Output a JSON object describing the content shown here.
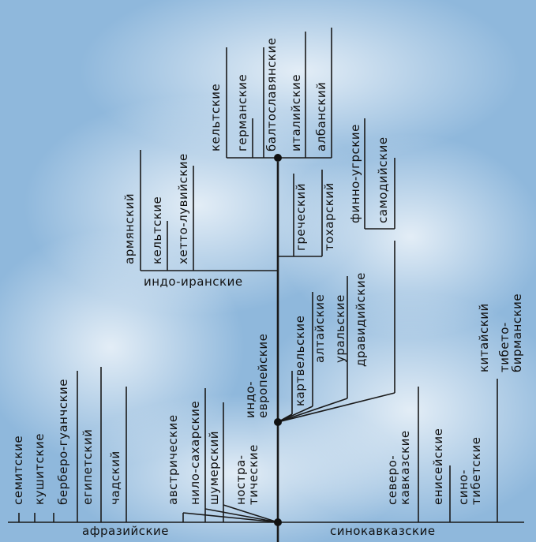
{
  "background_color": "#8fb8dc",
  "line_color": "#1a1a1a",
  "labels": {
    "semitskie": "семитские",
    "kushitskie": "кушитские",
    "berbero": "берберо-гуанчские",
    "egipetskiy": "египетский",
    "chadskiy": "чадский",
    "afraziyskie": "афразийские",
    "avstricheskie": "австрические",
    "nilo": "нило-сахарские",
    "shumerskiy": "шумерский",
    "nostraticheskie": "ностра-\nтические",
    "indoevropeyskie": "индо-\nевропейские",
    "kartvelskie": "картвельские",
    "altayskie": "алтайские",
    "uralskie": "уральские",
    "dravidiyskie": "дравидийские",
    "severo_kavkazskie": "северо-\nкавказские",
    "eniseyskie": "енисейские",
    "sino_tibetskie": "сино-\nтибетские",
    "kitayskiy": "китайский",
    "tibeto_birmanskie": "тибето-\nбирманские",
    "sinokavkazskie": "синокавказские",
    "indoiranskie": "индо-иранские",
    "armyanskiy": "армянский",
    "keltskie_left": "кельтские",
    "hetto": "хетто-лувийские",
    "grecheskiy": "греческий",
    "toharskiy": "тохарский",
    "finno": "финно-угрские",
    "samodiyskie": "самодийские",
    "keltskie_top": "кельтские",
    "germanskie": "германские",
    "baltoslav": "балтославянские",
    "italiyskie": "италийские",
    "albanskiy": "албанский"
  }
}
